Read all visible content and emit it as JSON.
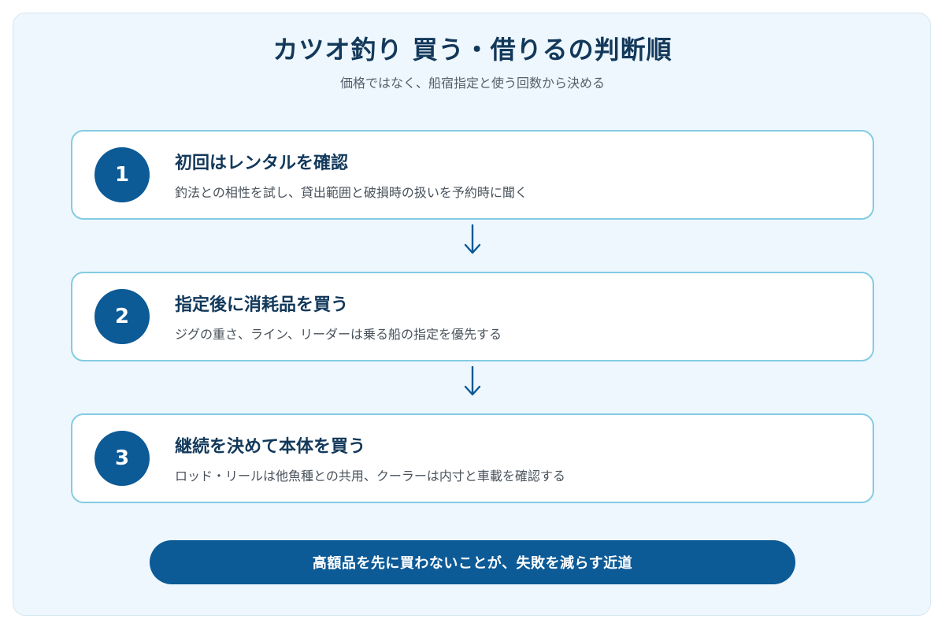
{
  "header": {
    "title": "カツオ釣り 買う・借りるの判断順",
    "subtitle": "価格ではなく、船宿指定と使う回数から決める"
  },
  "steps": [
    {
      "number": "1",
      "title": "初回はレンタルを確認",
      "description": "釣法との相性を試し、貸出範囲と破損時の扱いを予約時に聞く"
    },
    {
      "number": "2",
      "title": "指定後に消耗品を買う",
      "description": "ジグの重さ、ライン、リーダーは乗る船の指定を優先する"
    },
    {
      "number": "3",
      "title": "継続を決めて本体を買う",
      "description": "ロッド・リールは他魚種との共用、クーラーは内寸と車載を確認する"
    }
  ],
  "footer": {
    "message": "高額品を先に買わないことが、失敗を減らす近道"
  },
  "colors": {
    "accent": "#0c5a96",
    "title": "#12385a",
    "card_border": "#84cbe2",
    "background": "#eef7fd"
  },
  "icons": {
    "arrow": "arrow-down-icon"
  }
}
